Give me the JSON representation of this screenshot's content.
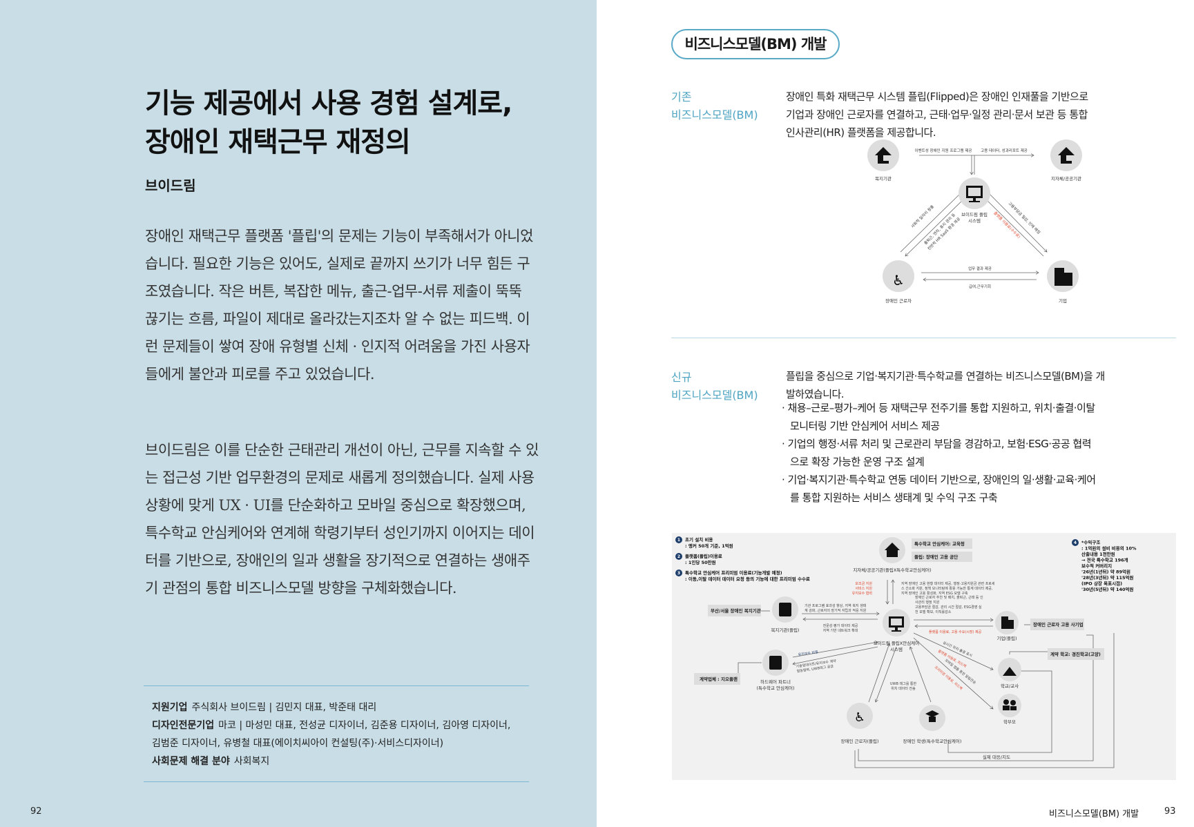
{
  "left": {
    "title": [
      "기능 제공에서 사용 경험 설계로,",
      "장애인 재택근무 재정의"
    ],
    "subtitle": "브이드림",
    "paragraph1": "장애인 재택근무 플랫폼 '플립'의 문제는 기능이 부족해서가 아니었습니다. 필요한 기능은 있어도, 실제로 끝까지 쓰기가 너무 힘든 구조였습니다. 작은 버튼, 복잡한 메뉴, 출근-업무-서류 제출이 뚝뚝 끊기는 흐름, 파일이 제대로 올라갔는지조차 알 수 없는 피드백. 이런 문제들이 쌓여 장애 유형별 신체 · 인지적 어려움을 가진 사용자들에게 불안과 피로를 주고 있었습니다.",
    "paragraph2": "브이드림은 이를 단순한 근태관리 개선이 아닌, 근무를 지속할 수 있는 접근성 기반 업무환경의 문제로 새롭게 정의했습니다. 실제 사용 상황에 맞게 UX · UI를 단순화하고 모바일 중심으로 확장했으며, 특수학교 안심케어와 연계해 학령기부터 성인기까지 이어지는 데이터를 기반으로, 장애인의 일과 생활을 장기적으로 연결하는 생애주기 관점의 통합 비즈니스모델 방향을 구체화했습니다.",
    "credits": [
      {
        "label": "지원기업",
        "value": "주식회사 브이드림 | 김민지 대표, 박준태 대리"
      },
      {
        "label": "디자인전문기업",
        "value": "마코 | 마성민 대표, 전성균 디자이너, 김준용 디자이너, 김아영 디자이너, 김범준 디자이너, 유병철 대표(에이치씨아이 컨설팅(주)·서비스디자이너)"
      },
      {
        "label": "사회문제 해결 분야",
        "value": "사회복지"
      }
    ],
    "page_number": "92"
  },
  "right": {
    "badge": "비즈니스모델(BM) 개발",
    "existing": {
      "label1": "기존",
      "label2": "비즈니스모델(BM)",
      "text": "장애인 특화 재택근무 시스템 플립(Flipped)은 장애인 인재풀을 기반으로 기업과 장애인 근로자를 연결하고, 근태·업무·일정 관리·문서 보관 등 통합 인사관리(HR) 플랫폼을 제공합니다."
    },
    "diagram1": {
      "welfare": "복지기관",
      "gov": "지자체/공공기관",
      "system1": "브이드림 플립",
      "system2": "시스템",
      "worker": "장애인 근로자",
      "company": "기업",
      "a1": "이벤트성 장애인 지원 프로그램 제공",
      "a2": "고용 데이터, 성과리포트 제공",
      "a3": "사회적 일자리 창출",
      "a4": "출퇴근, 연차, 휴지 관리 등",
      "a5": "전반적 HR SaaS 환경 제공",
      "a6": "고용부담금 절감, 인재 매칭",
      "a7": "플랫폼 이용료(수수료)",
      "a8": "업무 결과 제공",
      "a9": "급여,근무기회"
    },
    "new": {
      "label1": "신규",
      "label2": "비즈니스모델(BM)",
      "text": "플립을 중심으로 기업·복지기관·특수학교를 연결하는 비즈니스모델(BM)을 개발하였습니다.",
      "bullets": [
        "채용–근로–평가–케어 등 재택근무 전주기를 통합 지원하고, 위치·출결·이탈 모니터링 기반 안심케어 서비스 제공",
        "기업의 행정·서류 처리 및 근로관리 부담을 경감하고, 보험·ESG·공공 협력으로 확장 가능한 운영 구조 설계",
        "기업·복지기관·특수학교 연동 데이터 기반으로, 장애인의 일·생활·교육·케어를 통합 지원하는 서비스 생태계 및 수익 구조 구축"
      ]
    },
    "diagram2": {
      "legend": [
        {
          "n": "1",
          "t": "초기 설치 비용",
          "s": ": 앵커 50개 기준, 1억원"
        },
        {
          "n": "2",
          "t": "플랫폼(플립)이용료",
          "s": ": 1인당 50만원"
        },
        {
          "n": "3",
          "t": "특수학교 안심케어 프리미엄 이용료(기능개발 예정)",
          "s": ": 이동,이탈 데이터 데이터 요청 등의 기능에 대한 프리미엄 수수료"
        }
      ],
      "revenue": {
        "n": "4",
        "lines": [
          "*수익구조",
          ": 1억원의 설비 비용의 10%",
          "산출내용 1천만원",
          "→ 전국 특수학교 196개",
          "보수적 커버리지",
          "'26년(1년뒤) 약 89억원",
          "'28년(3년뒤) 약 115억원",
          "(IPO 상장 목표시점)",
          "'30년(5년뒤) 약 140억원"
        ]
      },
      "gov": "지자체/공공기관(플립X특수학교안심케어)",
      "box_edu": "특수학교 안심케어: 교육청",
      "box_kead": "플립: 장애인 고용 공단",
      "red_gov": [
        "보조금 지원",
        "서비스 지원",
        "유지보수 협력"
      ],
      "gov_text": [
        "지역 장애인 고용 현황 데이터 제공, 행정·고용지원금 관련 프로세",
        "스 간소화 지원, 정책 모니터링에 활용 가능한 통계 데이터 제공,",
        "지역 장애인 고용 활성화, 지역 ESG 모델 구축"
      ],
      "box_busan": "부산/서울 장애인 복지기관",
      "welfare": "복지기관(플립)",
      "welfare_text": [
        "기관 프로그램 효과성 향상, 지역 복지 생태",
        "계 강화, 근로자의 장기적 자립과 적응 지원"
      ],
      "welfare_text2": [
        "전문성·평가 데이터 제공",
        "지역 기반 네트워크 확대"
      ],
      "system": [
        "브이드림 플립X안심케어",
        "시스템"
      ],
      "company_text": [
        "장애인 근로자 추천 및 배치, 출퇴근, 근태 등 인",
        "사관리 행정 지원",
        "고용부담금 절감, 관리 시간 절감, ESG경영 실",
        "천 모델 확보, 이직률감소"
      ],
      "red_company": "플랫폼 이용료, 고용 수요(시장) 제공",
      "company": "기업(플립)",
      "box_company": "장애인 근로자 고용 사기업",
      "box_school": "계약 학교: 경진학교(고양)",
      "hw": [
        "하드웨어 파트너",
        "(특수학교 안심케어)"
      ],
      "box_hw": "계약업체 : 지오플랜",
      "hw_text": "유지보수 비용",
      "hw_text2": [
        "기술업데이트/유지보수 계약",
        "협동협력, UWB태그 공급"
      ],
      "school": "학교/교사",
      "parent": "학부모",
      "worker": "장애인 근로자(플립)",
      "student": "장애인 학생(특수학교안심케어)",
      "t_loc": "실시간 위치·출결 표시",
      "red_4": "플랫폼 이용료, 피드백",
      "t_mobile": "모바일 앱을 통한 알림전송",
      "red_3": "프리미엄 이용료, 피드백",
      "uwb": [
        "UWB 태그를 통한",
        "위치 데이터 전송"
      ],
      "bottom": "실제 대응/지도"
    },
    "footer": "비즈니스모델(BM) 개발",
    "page_number": "93"
  },
  "colors": {
    "left_bg": "#c8dde5",
    "accent": "#4ea4c3",
    "red": "#e0452b",
    "navy": "#1d3d6b"
  }
}
